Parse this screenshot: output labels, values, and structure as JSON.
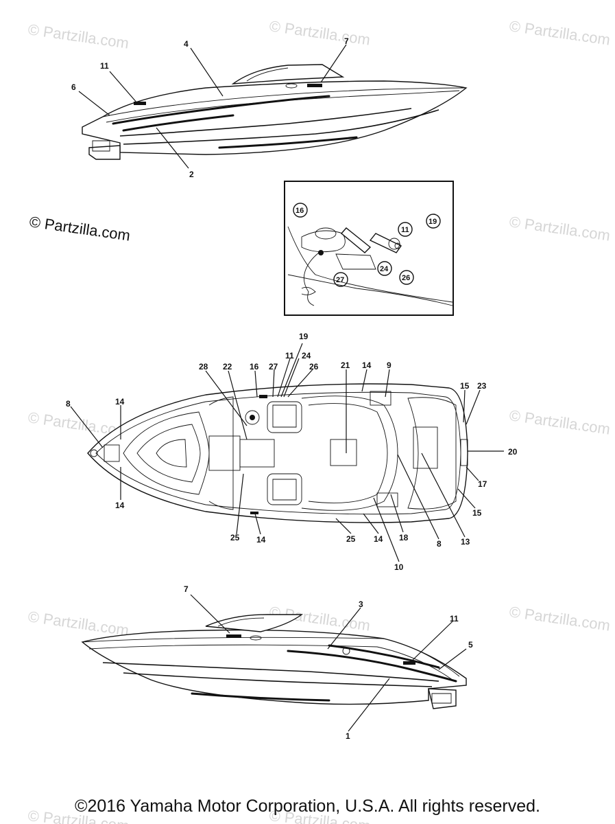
{
  "watermark": {
    "text": "© Partzilla.com"
  },
  "callouts": {
    "c1": "1",
    "c2": "2",
    "c3": "3",
    "c4": "4",
    "c5": "5",
    "c6": "6",
    "c7": "7",
    "c8": "8",
    "c9": "9",
    "c10": "10",
    "c11": "11",
    "c13": "13",
    "c14": "14",
    "c15": "15",
    "c16": "16",
    "c17": "17",
    "c18": "18",
    "c19": "19",
    "c20": "20",
    "c21": "21",
    "c22": "22",
    "c23": "23",
    "c24": "24",
    "c25": "25",
    "c26": "26",
    "c27": "27",
    "c28": "28"
  },
  "footer": {
    "copyright": "©2016 Yamaha Motor Corporation, U.S.A. All rights reserved."
  }
}
